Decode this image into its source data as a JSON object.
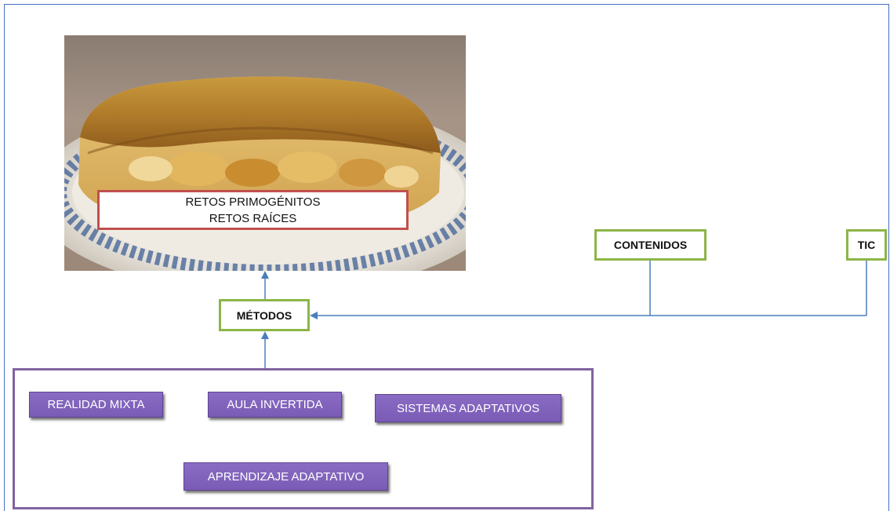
{
  "image": {
    "label_lines": [
      "RETOS PRIMOGÉNITOS",
      "RETOS RAÍCES"
    ]
  },
  "nodes": {
    "contenidos": "CONTENIDOS",
    "tic": "TIC",
    "metodos": "MÉTODOS"
  },
  "methods": [
    "REALIDAD MIXTA",
    "AULA INVERTIDA",
    "SISTEMAS ADAPTATIVOS",
    "APRENDIZAJE ADAPTATIVO"
  ],
  "colors": {
    "frame": "#4472c4",
    "connector": "#4a7ebb",
    "label_border": "#c0504d",
    "node_border": "#8cb547",
    "container_border": "#8064a2",
    "chip_fill": "#7f5fbf"
  }
}
